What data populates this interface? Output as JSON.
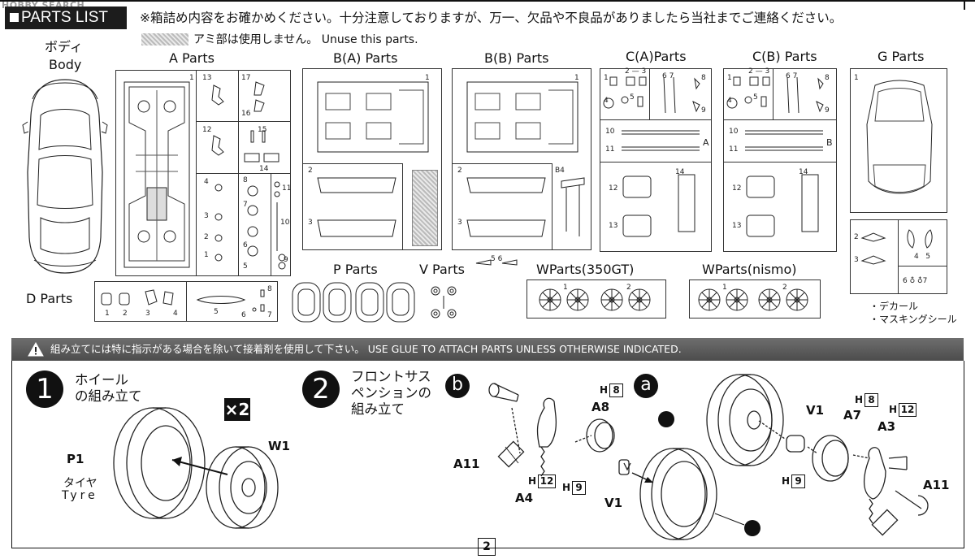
{
  "watermark": "HOBBY SEARCH",
  "header": {
    "title": "PARTS LIST",
    "note": "※箱詰め内容をお確かめください。十分注意しておりますが、万一、欠品や不良品がありましたら当社までご連絡ください。",
    "unuse": "アミ部は使用しません。 Unuse this parts."
  },
  "parts": {
    "body_jp": "ボディ",
    "body_en": "Body",
    "a": "A Parts",
    "ba": "B(A) Parts",
    "bb": "B(B) Parts",
    "ca": "C(A)Parts",
    "cb": "C(B) Parts",
    "g": "G Parts",
    "d": "D Parts",
    "p": "P Parts",
    "v": "V Parts",
    "w350": "WParts(350GT)",
    "wnismo": "WParts(nismo)",
    "decal": "・デカール",
    "mask": "・マスキングシール"
  },
  "warning": "組み立てには特に指示がある場合を除いて接着剤を使用して下さい。 USE GLUE TO ATTACH PARTS UNLESS OTHERWISE INDICATED.",
  "step1": {
    "num": "1",
    "line1": "ホイール",
    "line2": "の組み立て",
    "times": "×2",
    "p1": "P1",
    "w1": "W1",
    "tyre_jp": "タイヤ",
    "tyre_en": "Tyre"
  },
  "step2": {
    "num": "2",
    "line1": "フロントサス",
    "line2": "ペンションの",
    "line3": "組み立て",
    "b": "b",
    "a": "a",
    "a11_left": "A11",
    "a4": "A4",
    "a8": "A8",
    "v1_left": "V1",
    "h8_left": "H",
    "h8_left_n": "8",
    "h12_left": "H",
    "h12_left_n": "12",
    "h9_left": "H",
    "h9_left_n": "9",
    "v1_right": "V1",
    "a7": "A7",
    "a3": "A3",
    "a11_right": "A11",
    "h8_right": "H",
    "h8_right_n": "8",
    "h12_right": "H",
    "h12_right_n": "12",
    "h9_right": "H",
    "h9_right_n": "9"
  },
  "page_number": "2"
}
